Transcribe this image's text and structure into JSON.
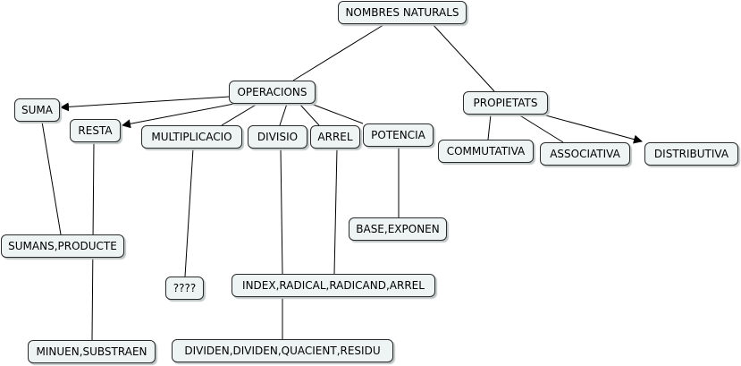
{
  "colors": {
    "node_fill": "#eef4f4",
    "node_border": "#2b2b2b",
    "edge": "#000000"
  },
  "nodes": {
    "root": "NOMBRES NATURALS",
    "operacions": "OPERACIONS",
    "propietats": "PROPIETATS",
    "suma": "SUMA",
    "resta": "RESTA",
    "multiplicacio": "MULTIPLICACIO",
    "divisio": "DIVISIO",
    "arrel": "ARREL",
    "potencia": "POTENCIA",
    "commutativa": "COMMUTATIVA",
    "associativa": "ASSOCIATIVA",
    "distributiva": "DISTRIBUTIVA",
    "sumans": "SUMANS,PRODUCTE",
    "base": "BASE,EXPONEN",
    "question": "????",
    "index": "INDEX,RADICAL,RADICAND,ARREL",
    "minuen": "MINUEN,SUBSTRAEN",
    "dividen": "DIVIDEN,DIVIDEN,QUACIENT,RESIDU"
  }
}
